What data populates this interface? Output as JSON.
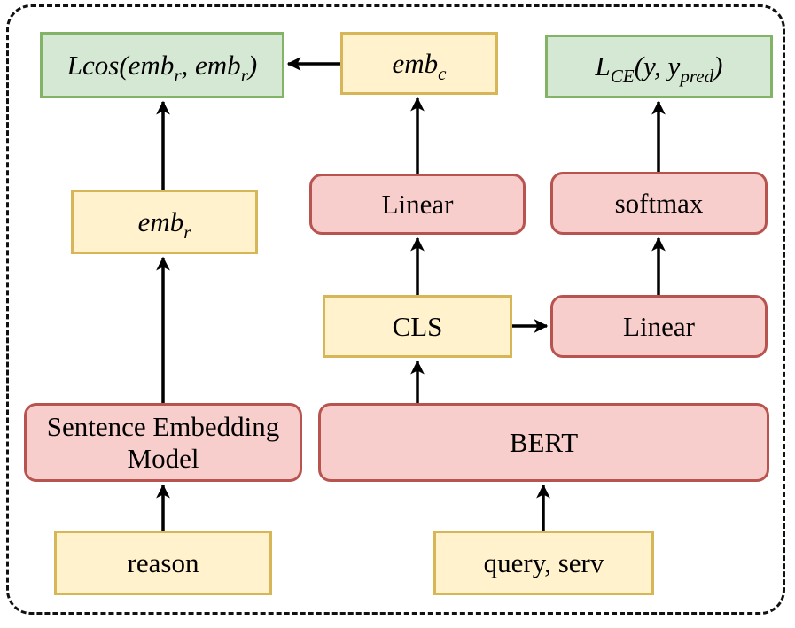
{
  "nodes": {
    "loss_cos": {
      "prefix": "L",
      "prefix_rest": "cos(emb",
      "sub1": "r",
      "mid": ", emb",
      "sub2": "r",
      "close": ")"
    },
    "emb_c": {
      "base": "emb",
      "sub": "c"
    },
    "loss_ce": {
      "prefix": "L",
      "sub1": "CE",
      "mid": "(y, y",
      "sub2": "pred",
      "close": ")"
    },
    "emb_r": {
      "base": "emb",
      "sub": "r"
    },
    "linear_top": {
      "label": "Linear"
    },
    "softmax": {
      "label": "softmax"
    },
    "cls": {
      "label": "CLS"
    },
    "linear_right": {
      "label": "Linear"
    },
    "sentence_model": {
      "label": "Sentence Embedding Model"
    },
    "bert": {
      "label": "BERT"
    },
    "reason": {
      "label": "reason"
    },
    "query_serv": {
      "label": "query, serv"
    }
  },
  "colors": {
    "loss_fill": "#d5e8d4",
    "loss_border": "#82b366",
    "emb_fill": "#fff2cc",
    "emb_border": "#d6b656",
    "op_fill": "#f8cecc",
    "op_border": "#b85450",
    "arrow": "#000000",
    "frame": "#111111"
  }
}
